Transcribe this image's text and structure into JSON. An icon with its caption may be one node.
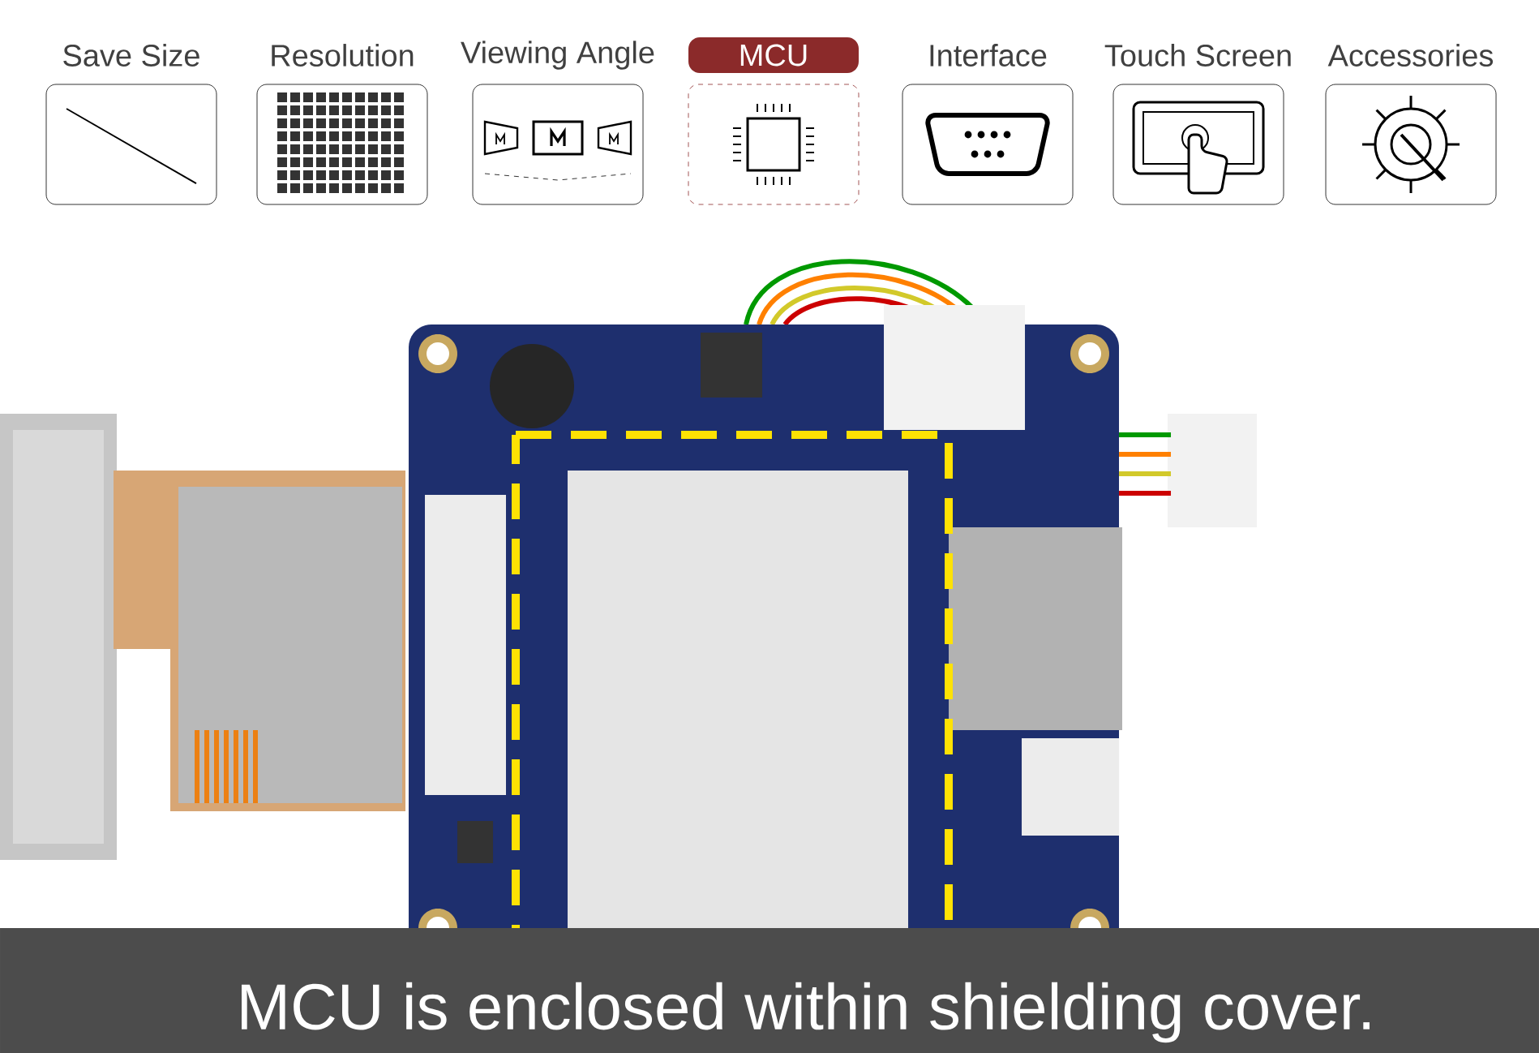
{
  "diagram": {
    "caption": "MCU is enclosed within shielding cover.",
    "nodes": [
      {
        "text": [
          "Save Size"
        ]
      },
      {
        "text": [
          "Resolution"
        ]
      },
      {
        "text": [
          "Viewing Angle"
        ]
      },
      {
        "text": [
          "MCU"
        ]
      },
      {
        "text": [
          "Interface"
        ]
      },
      {
        "text": [
          "Touch Screen"
        ]
      },
      {
        "text": [
          "Accessories"
        ]
      }
    ]
  }
}
